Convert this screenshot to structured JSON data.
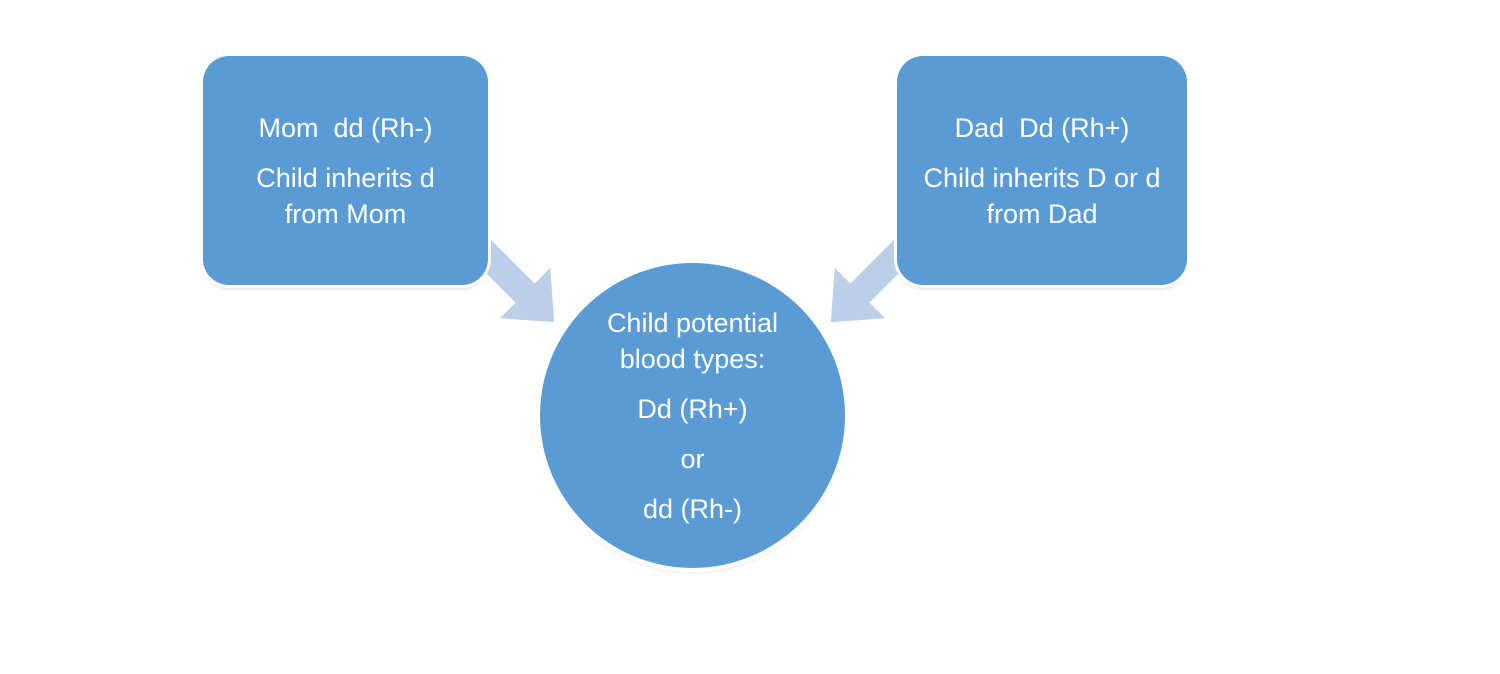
{
  "colors": {
    "shape_fill": "#5B9BD5",
    "arrow_fill": "#BCCFE8",
    "text": "#FFFFFF",
    "background": "#FFFFFF"
  },
  "diagram": {
    "mom_box": {
      "title": "Mom  dd (Rh-)",
      "body_line1": "Child inherits d",
      "body_line2": "from Mom"
    },
    "dad_box": {
      "title": "Dad  Dd (Rh+)",
      "body_line1": "Child inherits D or d",
      "body_line2": "from Dad"
    },
    "child_circle": {
      "heading_line1": "Child potential",
      "heading_line2": "blood types:",
      "option1": "Dd (Rh+)",
      "conjunction": "or",
      "option2": "dd (Rh-)"
    },
    "arrows": [
      {
        "name": "mom-to-child-arrow",
        "direction": "down-right"
      },
      {
        "name": "dad-to-child-arrow",
        "direction": "down-left"
      }
    ]
  }
}
